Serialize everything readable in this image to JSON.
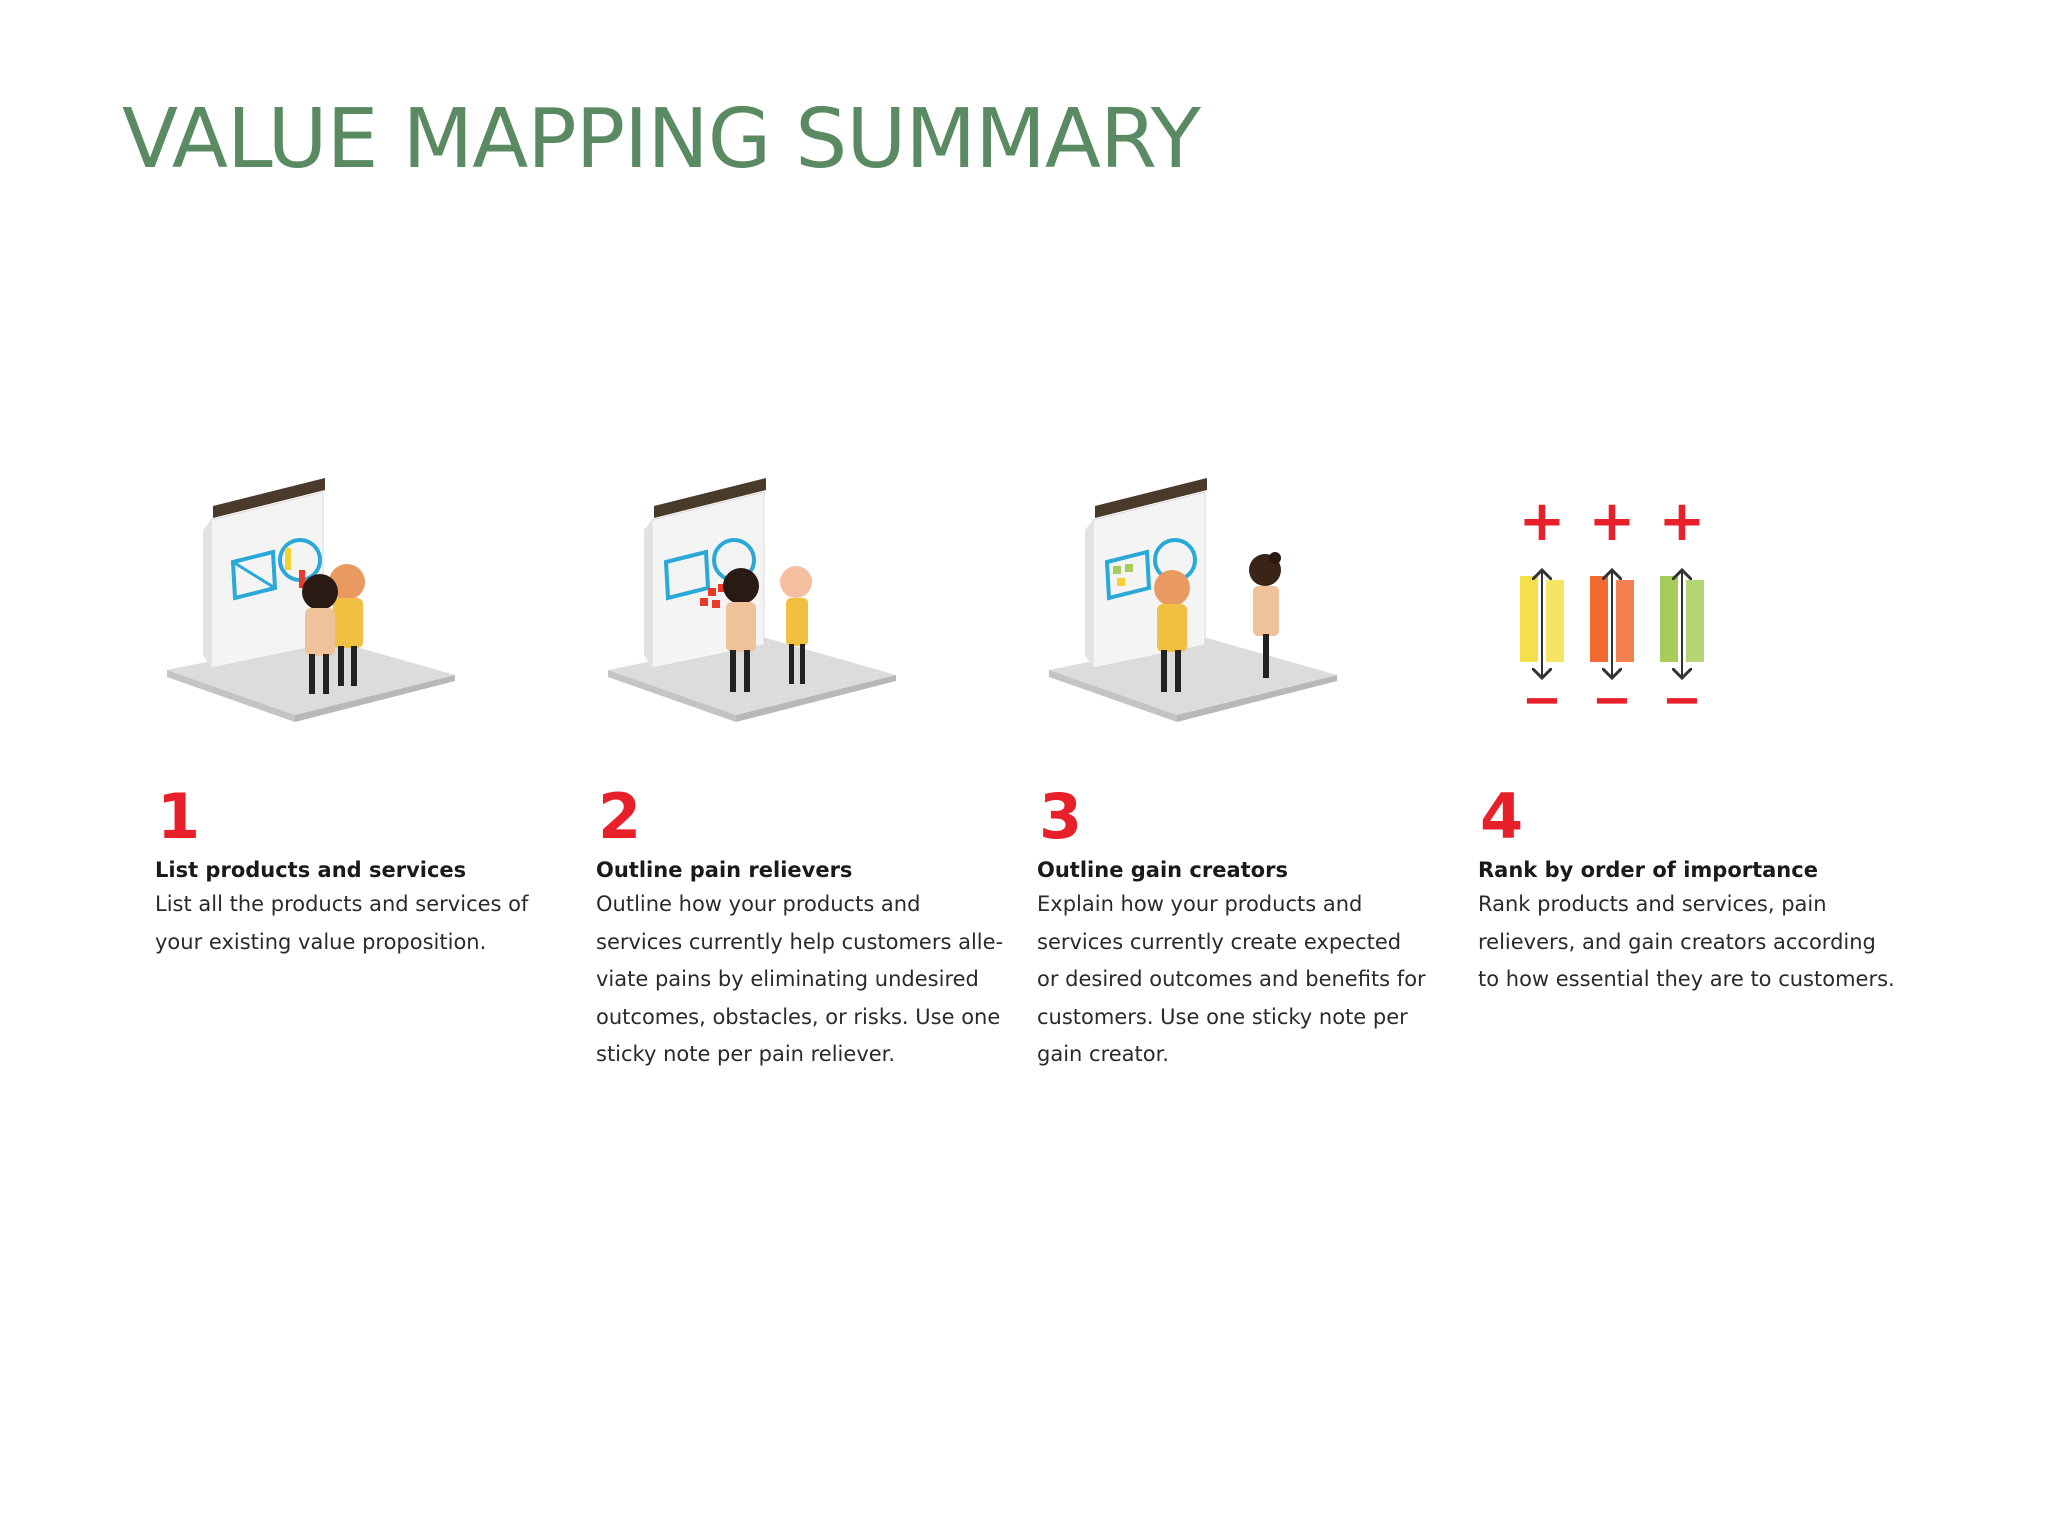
{
  "title": "VALUE MAPPING SUMMARY",
  "colors": {
    "title": "#5a8a62",
    "number": "#e8202a",
    "yellow": "#f4e04a",
    "orange": "#f26a30",
    "green": "#a8cc5a"
  },
  "steps": [
    {
      "number": "1",
      "title": "List products and services",
      "lines": [
        "List all the products and services of",
        "your existing value proposition."
      ]
    },
    {
      "number": "2",
      "title": "Outline pain relievers",
      "lines": [
        "Outline how your products and",
        "services currently help customers alle-",
        "viate pains by eliminating undesired",
        "outcomes, obstacles, or risks. Use one",
        "sticky note per pain reliever."
      ]
    },
    {
      "number": "3",
      "title": "Outline gain creators",
      "lines": [
        "Explain how your products and",
        "services currently create expected",
        "or desired outcomes and benefits for",
        "customers. Use one sticky note per",
        "gain creator."
      ]
    },
    {
      "number": "4",
      "title": "Rank by order of importance",
      "lines": [
        "Rank products and services, pain",
        "relievers, and gain creators according",
        "to how essential they are to customers."
      ]
    }
  ],
  "rank_symbols": {
    "plus": "+",
    "minus": "−"
  }
}
